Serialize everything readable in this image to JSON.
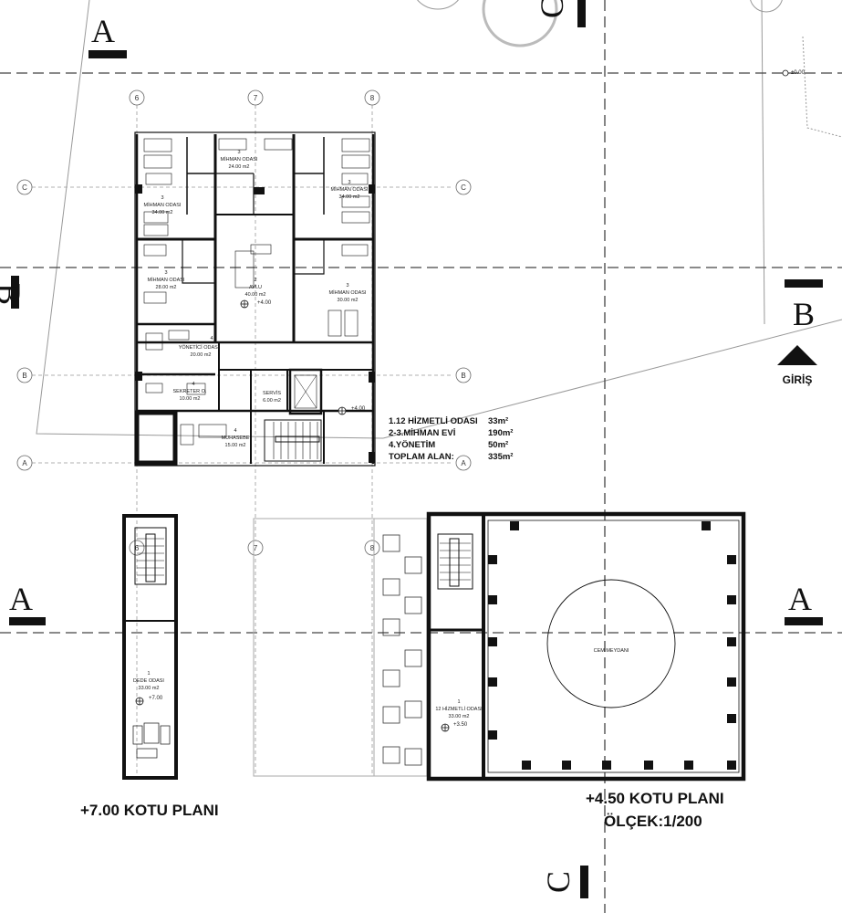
{
  "section_marks": {
    "a": "A",
    "b": "B",
    "c": "C"
  },
  "entrance": "GİRİŞ",
  "grid_axes": {
    "six": "6",
    "seven": "7",
    "eight": "8",
    "a": "A",
    "b": "B",
    "c": "C"
  },
  "elevations": {
    "zero": "±0.00",
    "plus4": "+4.00",
    "plus35": "+3.50",
    "plus7": "+7.00"
  },
  "rooms": {
    "r1": {
      "no": "3",
      "name": "MİHMAN ODASI",
      "area": "24.00 m2"
    },
    "r2": {
      "no": "3",
      "name": "MİHMAN ODASI",
      "area": "34.00 m2"
    },
    "r3": {
      "no": "3",
      "name": "MİHMAN ODASI",
      "area": "34.00 m2"
    },
    "r4": {
      "no": "3",
      "name": "MİHMAN ODASI",
      "area": "28.00 m2"
    },
    "r5": {
      "no": "2",
      "name": "AVLU",
      "area": "40.00 m2"
    },
    "r6": {
      "no": "3",
      "name": "MİHMAN ODASI",
      "area": "30.00 m2"
    },
    "r7": {
      "no": "4",
      "name": "YÖNETİCİ ODASI",
      "area": "20.00 m2"
    },
    "r8": {
      "no": "4",
      "name": "SEKRETER O.",
      "area": "10.00 m2"
    },
    "r9": {
      "no": "",
      "name": "SERVİS",
      "area": "6.00 m2"
    },
    "r10": {
      "no": "4",
      "name": "MUHASEBE",
      "area": "15.00 m2"
    },
    "r11": {
      "no": "1",
      "name": "DEDE ODASI",
      "area": "33.00 m2"
    },
    "r12": {
      "no": "1",
      "name": "12 HİZMETLİ ODASI",
      "area": "33.00 m2"
    },
    "cem": {
      "name": "CEM MEYDANI"
    }
  },
  "legend": [
    {
      "label": "1.12 HİZMETLİ ODASI",
      "value": "33m²"
    },
    {
      "label": "2-3.MİHMAN EVİ",
      "value": "190m²"
    },
    {
      "label": "4.YÖNETİM",
      "value": "50m²"
    },
    {
      "label": "TOPLAM ALAN:",
      "value": "335m²"
    }
  ],
  "titles": {
    "plan7": "+7.00 KOTU PLANI",
    "plan45": "+4.50 KOTU PLANI",
    "scale": "ÖLÇEK:1/200"
  },
  "colors": {
    "line": "#111111",
    "dash": "#444444",
    "grid": "#888888"
  }
}
